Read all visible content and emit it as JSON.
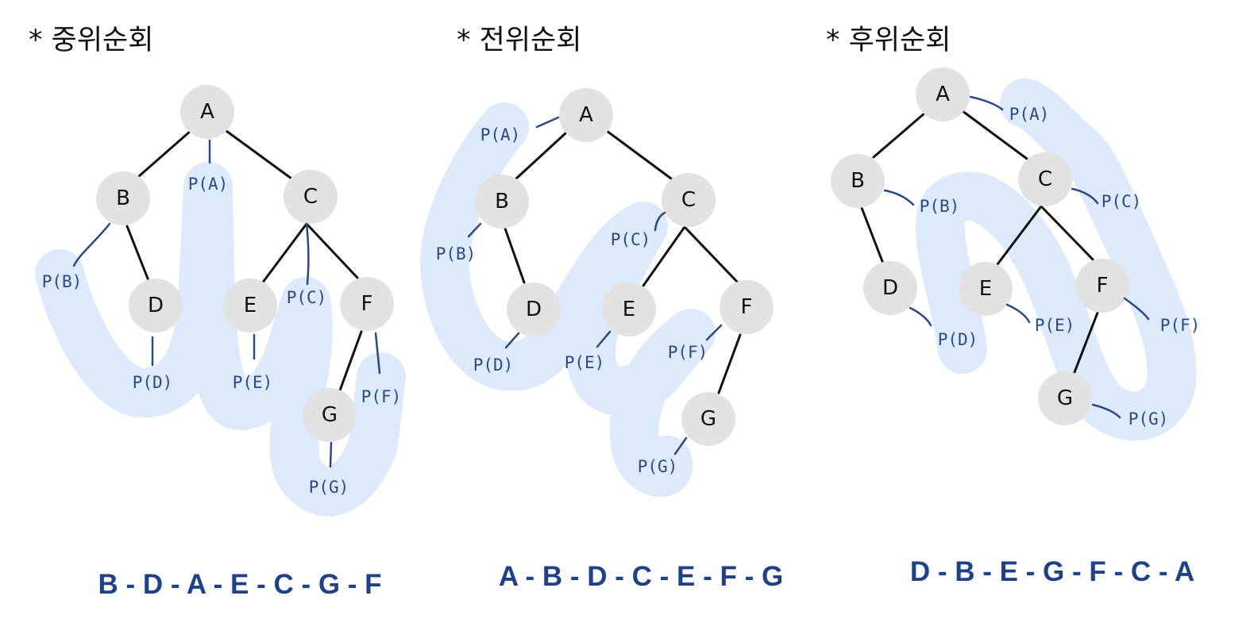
{
  "panels": [
    {
      "title": "* 중위순회",
      "nodes": [
        "A",
        "B",
        "C",
        "D",
        "E",
        "F",
        "G"
      ],
      "visit_labels": [
        "P(A)",
        "P(B)",
        "P(C)",
        "P(D)",
        "P(E)",
        "P(F)",
        "P(G)"
      ],
      "sequence": "B - D - A - E - C - G - F"
    },
    {
      "title": "* 전위순회",
      "nodes": [
        "A",
        "B",
        "C",
        "D",
        "E",
        "F",
        "G"
      ],
      "visit_labels": [
        "P(A)",
        "P(B)",
        "P(C)",
        "P(D)",
        "P(E)",
        "P(F)",
        "P(G)"
      ],
      "sequence": "A - B - D - C - E - F - G"
    },
    {
      "title": "* 후위순회",
      "nodes": [
        "A",
        "B",
        "C",
        "D",
        "E",
        "F",
        "G"
      ],
      "visit_labels": [
        "P(A)",
        "P(B)",
        "P(C)",
        "P(D)",
        "P(E)",
        "P(F)",
        "P(G)"
      ],
      "sequence": "D - B - E - G - F - C - A"
    }
  ],
  "colors": {
    "node_fill": "#e2e2e2",
    "band": "#d9e8fb",
    "annotation": "#2c4a82",
    "sequence": "#1f4287"
  }
}
